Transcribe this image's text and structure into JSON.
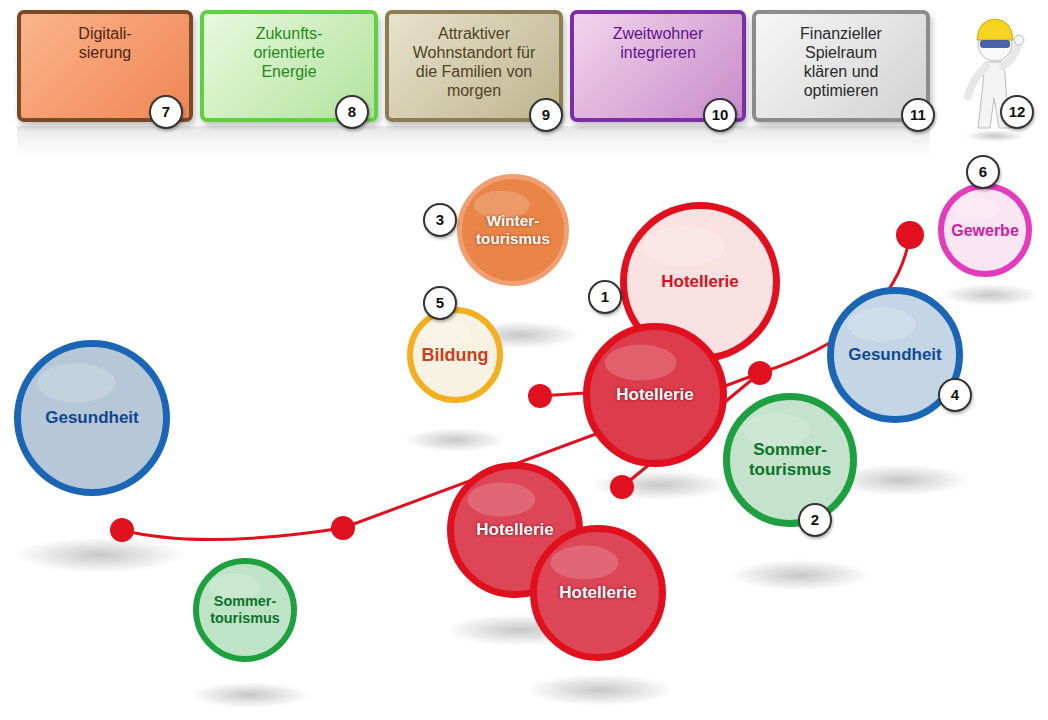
{
  "diagram": {
    "nodes": [
      {
        "text": [
          "Digitali- sierung"
        ]
      },
      {
        "text": [
          "Zukunfts- orientierte Energie"
        ]
      },
      {
        "text": [
          "Attraktiver Wohnstandort für die Familien von morgen"
        ]
      },
      {
        "text": [
          "Zweitwohner integrieren"
        ]
      },
      {
        "text": [
          "Finanzieller Spielraum klären und optimieren"
        ]
      },
      {
        "text": [
          "Gewerbe"
        ]
      },
      {
        "text": [
          "Winter- tourismus"
        ]
      },
      {
        "text": [
          "Hotellerie"
        ]
      },
      {
        "text": [
          "Bildung"
        ]
      },
      {
        "text": [
          "Gesundheit"
        ]
      },
      {
        "text": [
          "Hotellerie"
        ]
      },
      {
        "text": [
          "Gesundheit"
        ]
      },
      {
        "text": [
          "Sommer- tourismus"
        ]
      },
      {
        "text": [
          "Hotellerie"
        ]
      },
      {
        "text": [
          "Hotellerie"
        ]
      },
      {
        "text": [
          "Sommer- tourismus"
        ]
      }
    ],
    "labels": [
      "7",
      "8",
      "9",
      "10",
      "11",
      "12",
      "3",
      "1",
      "5",
      "6",
      "4",
      "2"
    ]
  }
}
